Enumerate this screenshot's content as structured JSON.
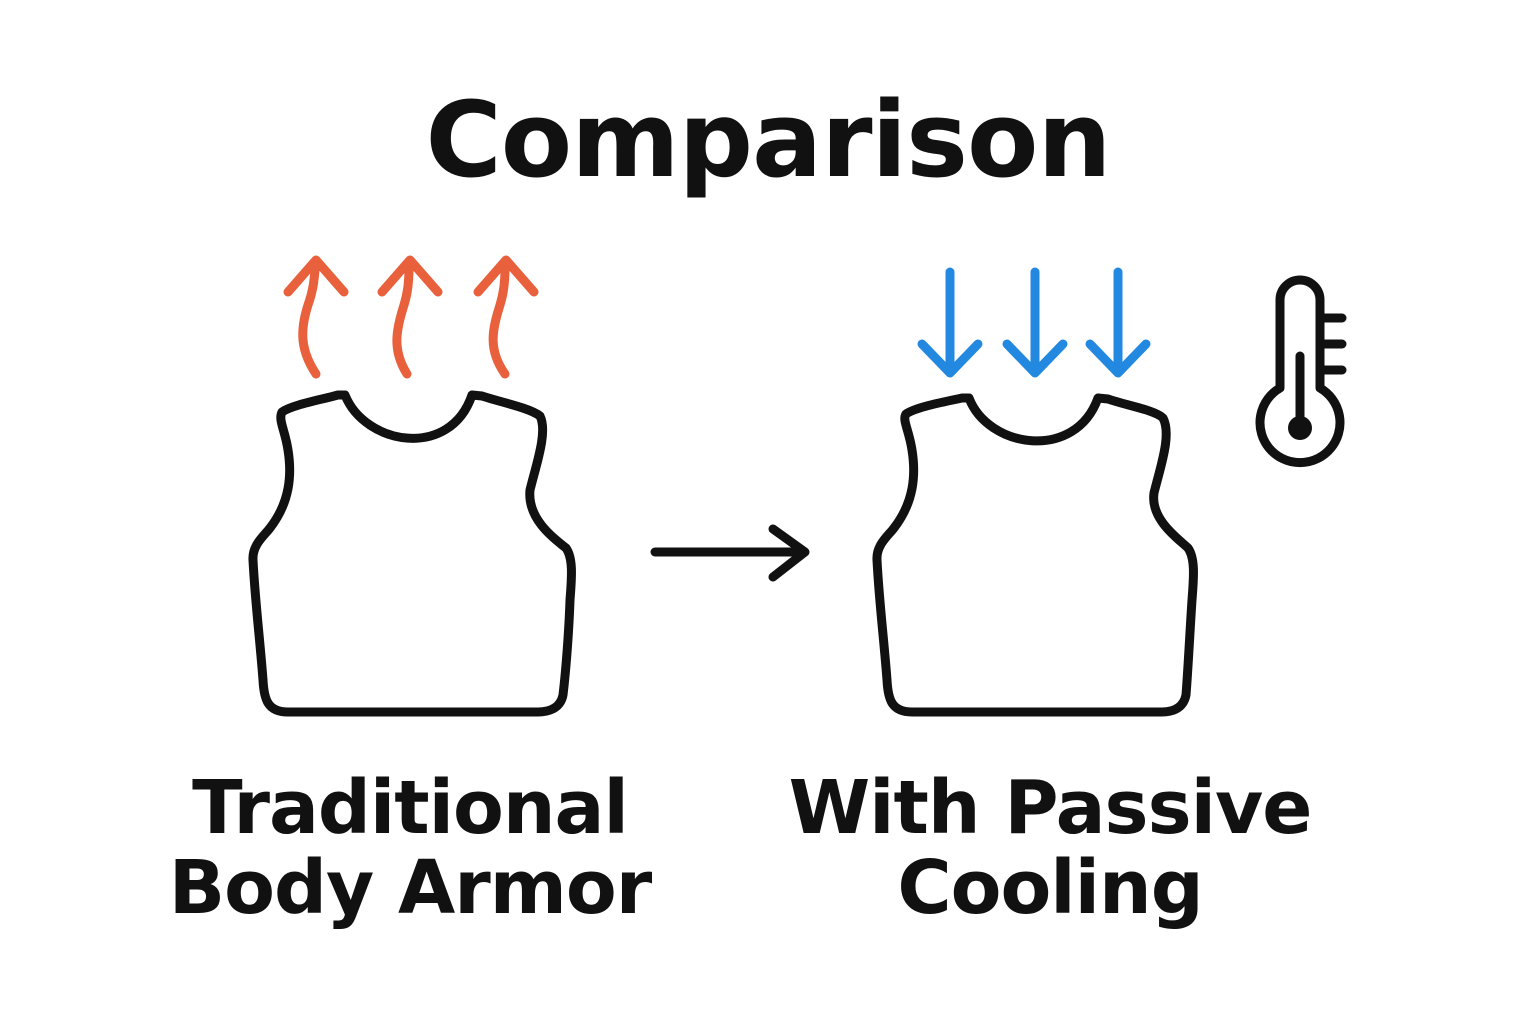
{
  "title": "Comparison",
  "left_panel": {
    "label_line1": "Traditional",
    "label_line2": "Body Armor",
    "arrow_direction": "up",
    "arrow_color": "#E8603C"
  },
  "right_panel": {
    "label_line1": "With Passive",
    "label_line2": "Cooling",
    "arrow_direction": "down",
    "arrow_color": "#2389E0"
  },
  "icons": {
    "transition": "right-arrow-icon",
    "temperature": "thermometer-icon",
    "garment": "vest-icon"
  },
  "colors": {
    "ink": "#111111",
    "background": "#FFFFFF"
  }
}
